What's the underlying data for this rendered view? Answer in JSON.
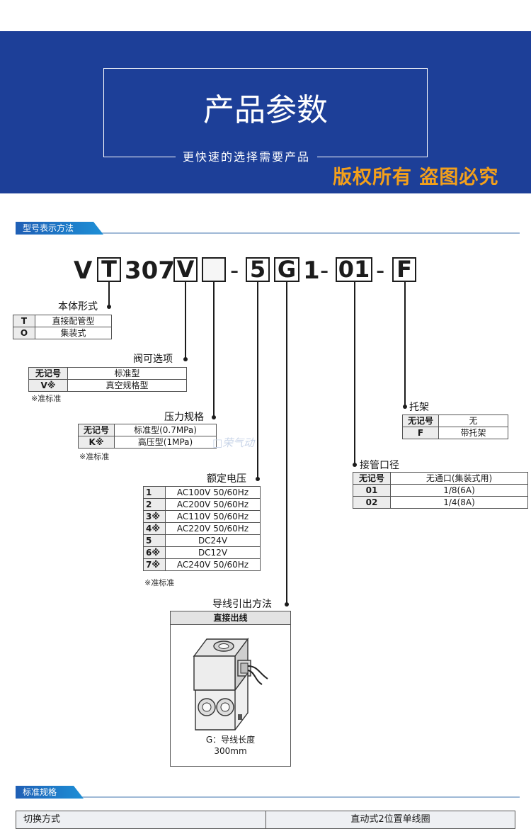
{
  "banner": {
    "title": "产品参数",
    "subtitle": "更快速的选择需要产品",
    "copyright": "版权所有 盗图必究",
    "color": "#1d3f98",
    "accent": "#f3a01b"
  },
  "sections": {
    "model": "型号表示方法",
    "spec": "标准规格"
  },
  "code": {
    "c1": "V",
    "c2": "T",
    "c3": "307",
    "c4": "V",
    "c5": "",
    "d1": "-",
    "c6": "5",
    "c7": "G",
    "c8": "1",
    "d2": "-",
    "c9": "01",
    "d3": "-",
    "c10": "F"
  },
  "body_type": {
    "title": "本体形式",
    "rows": [
      [
        "T",
        "直接配管型"
      ],
      [
        "O",
        "集装式"
      ]
    ]
  },
  "valve_option": {
    "title": "阀可选项",
    "rows": [
      [
        "无记号",
        "标准型"
      ],
      [
        "V※",
        "真空规格型"
      ]
    ],
    "note": "※准标准"
  },
  "pressure": {
    "title": "压力规格",
    "rows": [
      [
        "无记号",
        "标准型(0.7MPa)"
      ],
      [
        "K※",
        "高压型(1MPa)"
      ]
    ],
    "note": "※准标准"
  },
  "voltage": {
    "title": "额定电压",
    "rows": [
      [
        "1",
        "AC100V 50/60Hz"
      ],
      [
        "2",
        "AC200V 50/60Hz"
      ],
      [
        "3※",
        "AC110V 50/60Hz"
      ],
      [
        "4※",
        "AC220V 50/60Hz"
      ],
      [
        "5",
        "DC24V"
      ],
      [
        "6※",
        "DC12V"
      ],
      [
        "7※",
        "AC240V 50/60Hz"
      ]
    ],
    "note": "※准标准"
  },
  "bracket": {
    "title": "托架",
    "rows": [
      [
        "无记号",
        "无"
      ],
      [
        "F",
        "带托架"
      ]
    ]
  },
  "port": {
    "title": "接管口径",
    "rows": [
      [
        "无记号",
        "无通口(集装式用)"
      ],
      [
        "01",
        "1/8(6A)"
      ],
      [
        "02",
        "1/4(8A)"
      ]
    ]
  },
  "wiring": {
    "title": "导线引出方法",
    "header": "直接出线",
    "caption1": "G：导线长度",
    "caption2": "300mm"
  },
  "watermark": "□荣气动",
  "spec": {
    "col1": "切换方式",
    "col2": "直动式2位置单线圈"
  }
}
